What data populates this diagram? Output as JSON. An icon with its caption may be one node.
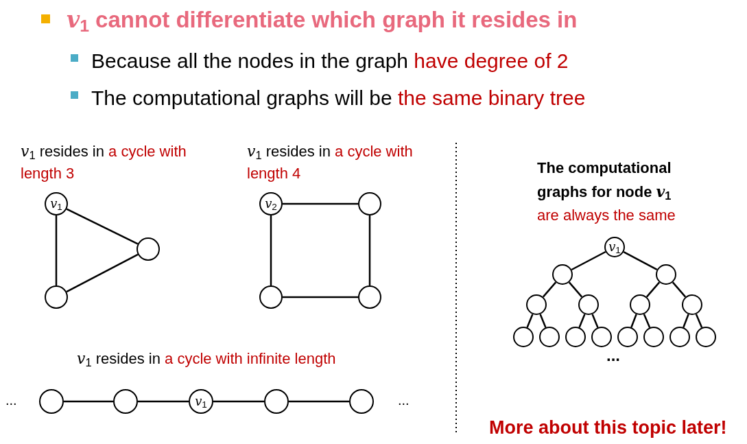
{
  "diagram": {
    "title": "*v*$_{1}$ cannot differentiate which graph it resides in",
    "nodes": [
      {
        "text": [
          "*v*$_{1}$"
        ]
      },
      {
        "text": [],
        "shape": "circle"
      },
      {
        "text": [],
        "shape": "circle"
      },
      {
        "text": [
          "*v*$_{2}$"
        ]
      },
      {
        "text": [],
        "shape": "circle"
      },
      {
        "text": [],
        "shape": "circle"
      },
      {
        "text": [],
        "shape": "circle"
      },
      {
        "text": [],
        "shape": "circle"
      },
      {
        "text": [],
        "shape": "circle"
      },
      {
        "text": [
          "*v*$_{1}$"
        ]
      },
      {
        "text": [],
        "shape": "circle"
      },
      {
        "text": [],
        "shape": "circle"
      },
      {
        "text": [
          "*v*$_{1}$"
        ]
      },
      {
        "text": [],
        "shape": "circle"
      },
      {
        "text": [],
        "shape": "circle"
      },
      {
        "text": [],
        "shape": "circle"
      },
      {
        "text": [],
        "shape": "circle"
      },
      {
        "text": [],
        "shape": "circle"
      },
      {
        "text": [],
        "shape": "circle"
      },
      {
        "text": [],
        "shape": "circle"
      },
      {
        "text": [],
        "shape": "circle"
      },
      {
        "text": [],
        "shape": "circle"
      },
      {
        "text": [],
        "shape": "circle"
      },
      {
        "text": [],
        "shape": "circle"
      },
      {
        "text": [],
        "shape": "circle"
      },
      {
        "text": [],
        "shape": "circle"
      },
      {
        "text": [],
        "shape": "circle"
      }
    ],
    "edges": [
      {
        "from": 0,
        "to": 1,
        "arrow": "none"
      },
      {
        "from": 1,
        "to": 2,
        "arrow": "none"
      },
      {
        "from": 0,
        "to": 2,
        "arrow": "none"
      },
      {
        "from": 3,
        "to": 4,
        "arrow": "none"
      },
      {
        "from": 4,
        "to": 6,
        "arrow": "none"
      },
      {
        "from": 5,
        "to": 6,
        "arrow": "none"
      },
      {
        "from": 3,
        "to": 5,
        "arrow": "none"
      },
      {
        "from": 7,
        "to": 8,
        "arrow": "none"
      },
      {
        "from": 8,
        "to": 9,
        "arrow": "none"
      },
      {
        "from": 9,
        "to": 10,
        "arrow": "none"
      },
      {
        "from": 10,
        "to": 11,
        "arrow": "none"
      },
      {
        "from": 12,
        "to": 13,
        "arrow": "none"
      },
      {
        "from": 12,
        "to": 14,
        "arrow": "none"
      },
      {
        "from": 13,
        "to": 15,
        "arrow": "none"
      },
      {
        "from": 13,
        "to": 16,
        "arrow": "none"
      },
      {
        "from": 14,
        "to": 17,
        "arrow": "none"
      },
      {
        "from": 14,
        "to": 18,
        "arrow": "none"
      },
      {
        "from": 15,
        "to": 19,
        "arrow": "none"
      },
      {
        "from": 15,
        "to": 20,
        "arrow": "none"
      },
      {
        "from": 16,
        "to": 21,
        "arrow": "none"
      },
      {
        "from": 16,
        "to": 22,
        "arrow": "none"
      },
      {
        "from": 17,
        "to": 23,
        "arrow": "none"
      },
      {
        "from": 17,
        "to": 24,
        "arrow": "none"
      },
      {
        "from": 18,
        "to": 25,
        "arrow": "none"
      },
      {
        "from": 18,
        "to": 26,
        "arrow": "none"
      }
    ],
    "labels": [
      "Because all the nodes in the graph",
      "have degree of 2",
      "The computational graphs will be",
      "the same binary tree",
      "*v*$_{1}$ resides in",
      "a cycle with length 3",
      "*v*$_{1}$ resides in",
      "a cycle with length 4",
      "*v*$_{1}$ resides in",
      "a cycle with infinite length",
      "...",
      "...",
      "The computational graphs for node *v*$_{1}$",
      "are always the same",
      "...",
      "More about this topic later!"
    ]
  }
}
